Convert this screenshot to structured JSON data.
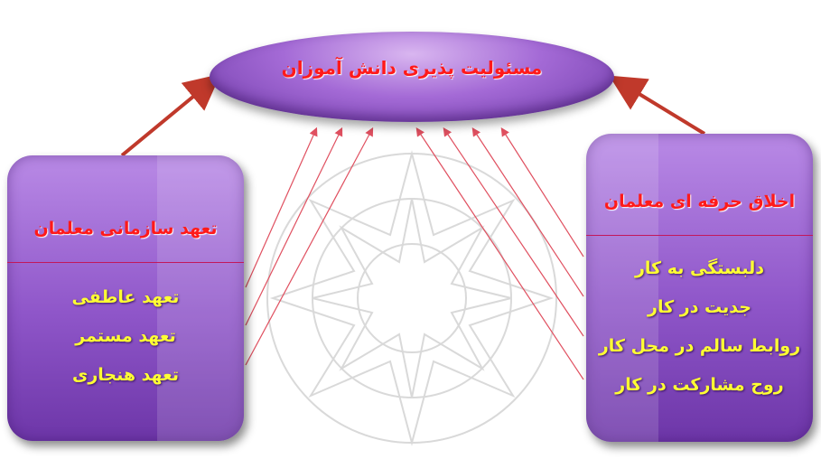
{
  "diagram": {
    "center": {
      "title": "مسئولیت پذیری دانش آموزان"
    },
    "left_box": {
      "heading": "تعهد سازمانی معلمان",
      "items": [
        "تعهد عاطفی",
        "تعهد مستمر",
        "تعهد هنجاری"
      ]
    },
    "right_box": {
      "heading": "اخلاق حرفه ای معلمان",
      "items": [
        "دلبستگی به کار",
        "جدیت در کار",
        "روابط سالم در محل کار",
        "روح مشارکت در کار"
      ]
    },
    "colors": {
      "box_fill": "#9b63d3",
      "heading_text": "#ff1a1a",
      "item_text": "#ffff33",
      "arrow": "#c0392b",
      "thin_lines": "#e05060"
    }
  }
}
